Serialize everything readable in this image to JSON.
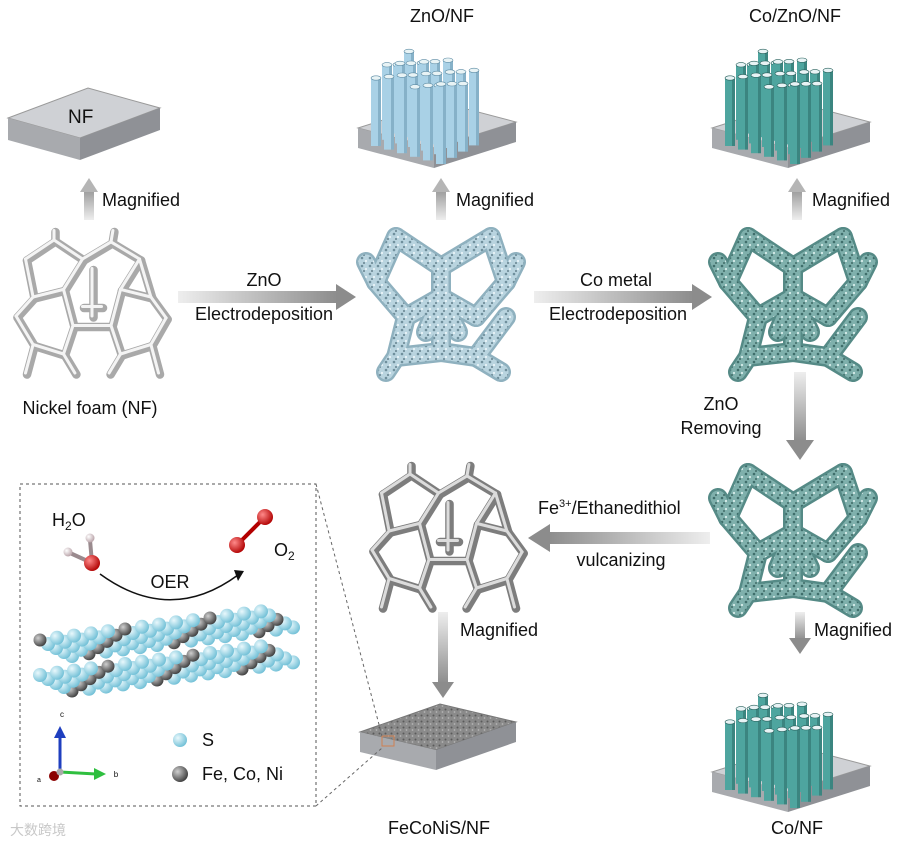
{
  "steps": {
    "nf": {
      "caption": "Nickel foam (NF)",
      "block_label": "NF"
    },
    "zno_nf": {
      "title": "ZnO/NF"
    },
    "co_zno_nf": {
      "title": "Co/ZnO/NF"
    },
    "co_nf": {
      "title": "Co/NF"
    },
    "feconis_nf": {
      "title": "FeCoNiS/NF"
    }
  },
  "arrows": {
    "magnified": "Magnified",
    "zno_line1": "ZnO",
    "zno_line2": "Electrodeposition",
    "co_line1": "Co metal",
    "co_line2": "Electrodeposition",
    "removing_line1": "ZnO",
    "removing_line2": "Removing",
    "fe_prefix": "Fe",
    "fe_sup": "3+",
    "fe_suffix": "/Ethanedithiol",
    "vulcanizing": "vulcanizing"
  },
  "inset": {
    "reactant_main": "H",
    "reactant_sub": "2",
    "reactant_tail": "O",
    "product_main": "O",
    "product_sub": "2",
    "reaction": "OER",
    "axis_c": "c",
    "axis_b": "b",
    "axis_a": "a",
    "legend": [
      {
        "label": "S",
        "color": "#8fd3e6"
      },
      {
        "label": "Fe, Co, Ni",
        "color": "#555555"
      }
    ]
  },
  "watermark": "大数跨境",
  "colors": {
    "zno_rod": "#a9d1e6",
    "co_rod": "#4ea59f",
    "block": "#c9cbcf",
    "zno_foam": "#b9d4df",
    "co_foam": "#79aaa6"
  }
}
